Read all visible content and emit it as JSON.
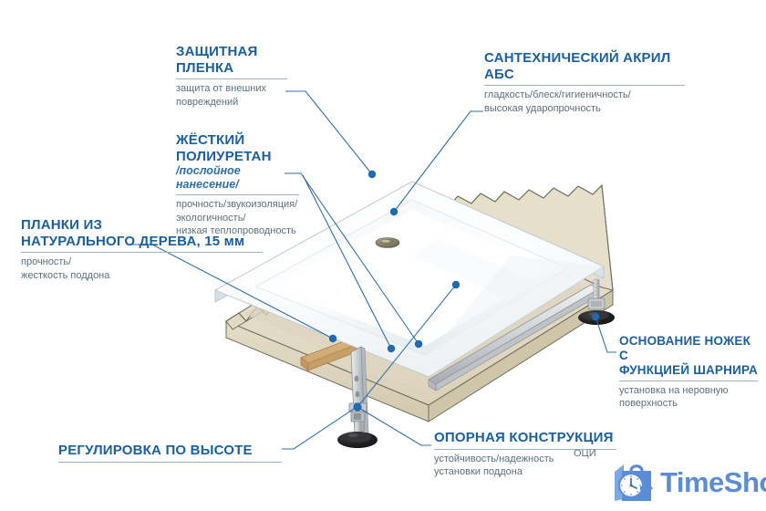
{
  "diagram": {
    "title": "Shower tray construction cutaway",
    "accent_color": "#1a5f9e",
    "leader_color": "#2f6fa8",
    "body_text_color": "#5d6f7d",
    "callouts": [
      {
        "id": "protective-film",
        "title": "ЗАЩИТНАЯ\nПЛЕНКА",
        "subtitle": "",
        "body": "защита от внешних\nповреждений"
      },
      {
        "id": "sanitary-acryl",
        "title": "САНТЕХНИЧЕСКИЙ АКРИЛ\nАБС",
        "subtitle": "",
        "body": "гладкость/блеск/гигиеничность/\nвысокая ударопрочность"
      },
      {
        "id": "rigid-polyurethane",
        "title": "ЖЁСТКИЙ\nПОЛИУРЕТАН",
        "subtitle": "/послойное нанесение/",
        "body": "прочность/звукоизоляция/\nэкологичность/\nнизкая теплопроводность"
      },
      {
        "id": "wooden-slats",
        "title": "ПЛАНКИ ИЗ\nНАТУРАЛЬНОГО ДЕРЕВА, 15 мм",
        "subtitle": "",
        "body": "прочность/\nжесткость поддона"
      },
      {
        "id": "hinged-foot-base",
        "title": "ОСНОВАНИЕ НОЖЕК С\nФУНКЦИЕЙ ШАРНИРА",
        "subtitle": "",
        "body": "установка на неровную\nповерхность"
      },
      {
        "id": "support-frame",
        "title": "ОПОРНАЯ КОНСТРУКЦИЯ",
        "subtitle": "",
        "body": "устойчивость/надежность\nустановки поддона"
      },
      {
        "id": "height-adjustment",
        "title": "РЕГУЛИРОВКА ПО ВЫСОТЕ",
        "subtitle": "",
        "body": ""
      }
    ],
    "fragment_text": "ОЦИ"
  },
  "watermark": {
    "name": "TimeShop",
    "wordmark": "TimeShop",
    "color": "#5b8dd6",
    "icon": "shopping-bag-clock-icon"
  }
}
